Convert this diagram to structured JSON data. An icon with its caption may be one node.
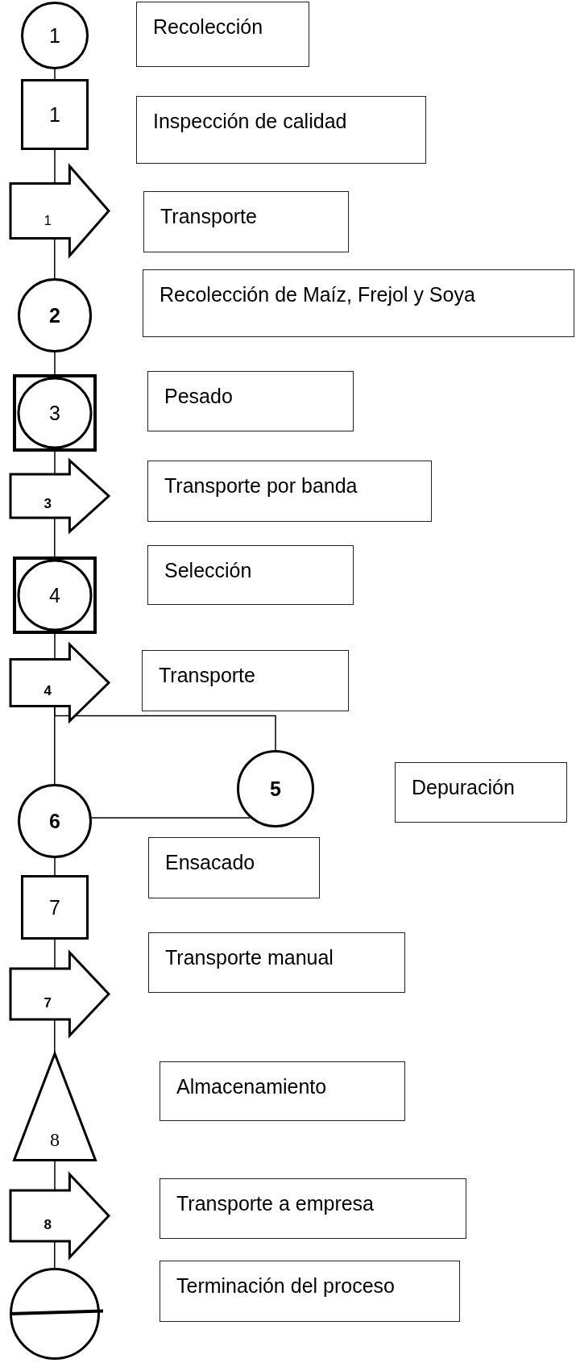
{
  "diagram": {
    "nodes": [
      {
        "text": [
          "1"
        ]
      },
      {
        "text": [
          "Recolección"
        ]
      },
      {
        "text": [
          "1"
        ]
      },
      {
        "text": [
          "Inspección de calidad"
        ]
      },
      {
        "text": [
          "1"
        ]
      },
      {
        "text": [
          "Transporte"
        ]
      },
      {
        "text": [
          "2"
        ]
      },
      {
        "text": [
          "Recolección de Maíz, Frejol y Soya"
        ]
      },
      {
        "text": [
          "3"
        ]
      },
      {
        "text": [
          "Pesado"
        ]
      },
      {
        "text": [
          "3"
        ]
      },
      {
        "text": [
          "Transporte por banda"
        ]
      },
      {
        "text": [
          "4"
        ]
      },
      {
        "text": [
          "Selección"
        ]
      },
      {
        "text": [
          "4"
        ]
      },
      {
        "text": [
          "Transporte"
        ]
      },
      {
        "text": [
          "5"
        ]
      },
      {
        "text": [
          "Depuración"
        ]
      },
      {
        "text": [
          "6"
        ]
      },
      {
        "text": [
          "7"
        ]
      },
      {
        "text": [
          "Ensacado"
        ]
      },
      {
        "text": [
          "7"
        ]
      },
      {
        "text": [
          "Transporte manual"
        ]
      },
      {
        "text": [
          "8"
        ]
      },
      {
        "text": [
          "Almacenamiento"
        ]
      },
      {
        "text": [
          "8"
        ]
      },
      {
        "text": [
          "Transporte a empresa"
        ]
      },
      {
        "text": [],
        "shape": "circle"
      },
      {
        "text": [
          "Terminación del proceso"
        ]
      }
    ],
    "edges": [
      {
        "from": 0,
        "to": 2,
        "arrow": "none"
      },
      {
        "from": 2,
        "to": 4,
        "arrow": "none"
      },
      {
        "from": 4,
        "to": 6,
        "arrow": "none"
      },
      {
        "from": 6,
        "to": 8,
        "arrow": "none"
      },
      {
        "from": 8,
        "to": 10,
        "arrow": "none"
      },
      {
        "from": 10,
        "to": 12,
        "arrow": "none"
      },
      {
        "from": 12,
        "to": 14,
        "arrow": "none"
      },
      {
        "from": 14,
        "to": 16,
        "arrow": "none"
      },
      {
        "from": 16,
        "to": 18,
        "arrow": "none"
      },
      {
        "from": 14,
        "to": 18,
        "arrow": "none"
      },
      {
        "from": 18,
        "to": 19,
        "arrow": "none"
      },
      {
        "from": 19,
        "to": 21,
        "arrow": "none"
      },
      {
        "from": 21,
        "to": 23,
        "arrow": "none"
      },
      {
        "from": 23,
        "to": 25,
        "arrow": "none"
      },
      {
        "from": 25,
        "to": 27,
        "arrow": "none"
      }
    ]
  }
}
